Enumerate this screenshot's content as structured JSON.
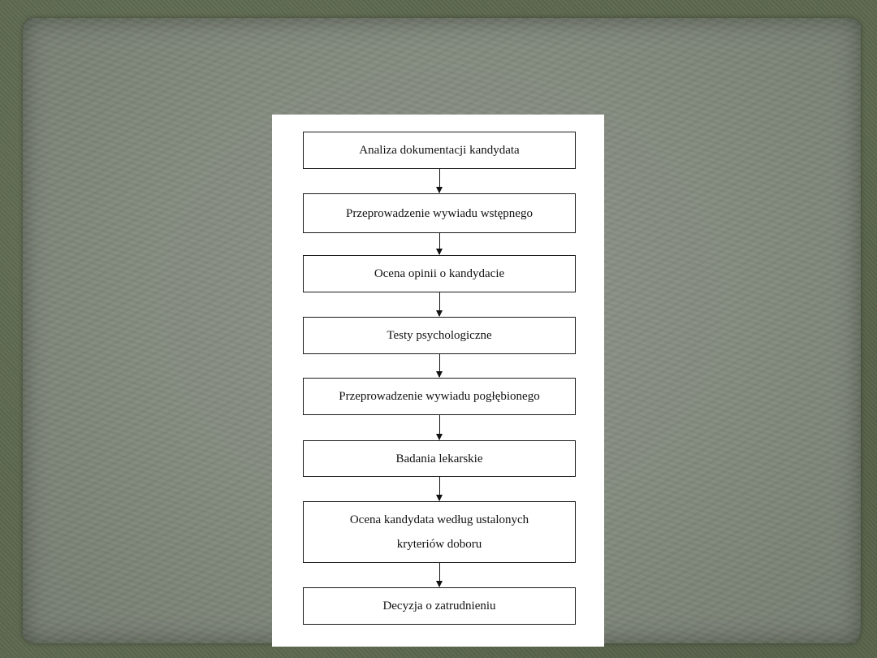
{
  "flowchart": {
    "steps": [
      {
        "label": "Analiza dokumentacji kandydata"
      },
      {
        "label": "Przeprowadzenie wywiadu wstępnego"
      },
      {
        "label": "Ocena opinii o kandydacie"
      },
      {
        "label": "Testy psychologiczne"
      },
      {
        "label": "Przeprowadzenie wywiadu pogłębionego"
      },
      {
        "label": "Badania lekarskie"
      },
      {
        "label_line1": "Ocena kandydata według ustalonych",
        "label_line2": "kryteriów doboru"
      },
      {
        "label": "Decyzja o zatrudnieniu"
      }
    ]
  }
}
